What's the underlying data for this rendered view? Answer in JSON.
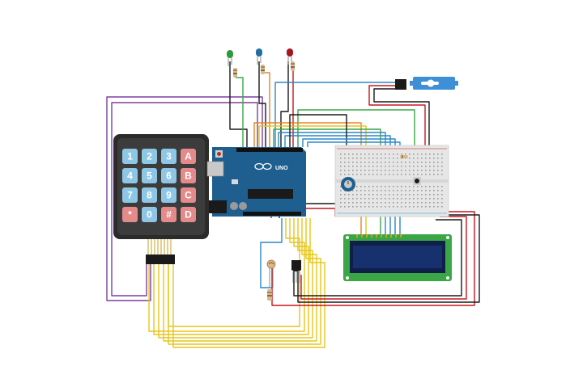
{
  "colors": {
    "background": "#ffffff",
    "wire_purple": "#7b3fa0",
    "wire_yellow": "#e6c619",
    "wire_red": "#c7171e",
    "wire_black": "#1a1a1a",
    "wire_green": "#3aa646",
    "wire_blue": "#2a88c8",
    "wire_orange": "#e8832a",
    "arduino_blue": "#1f5f8f",
    "lcd_green": "#3aa646",
    "lcd_screen": "#0f1f4a",
    "servo_blue": "#3d8fd6",
    "keypad_body": "#2b2b2b",
    "key_blue": "#8ec7e6",
    "key_red": "#e58a8a"
  },
  "keypad": {
    "rows": [
      [
        {
          "label": "1",
          "color": "blue"
        },
        {
          "label": "2",
          "color": "blue"
        },
        {
          "label": "3",
          "color": "blue"
        },
        {
          "label": "A",
          "color": "red"
        }
      ],
      [
        {
          "label": "4",
          "color": "blue"
        },
        {
          "label": "5",
          "color": "blue"
        },
        {
          "label": "6",
          "color": "blue"
        },
        {
          "label": "B",
          "color": "red"
        }
      ],
      [
        {
          "label": "7",
          "color": "blue"
        },
        {
          "label": "8",
          "color": "blue"
        },
        {
          "label": "9",
          "color": "blue"
        },
        {
          "label": "C",
          "color": "red"
        }
      ],
      [
        {
          "label": "*",
          "color": "red"
        },
        {
          "label": "0",
          "color": "blue"
        },
        {
          "label": "#",
          "color": "red"
        },
        {
          "label": "D",
          "color": "red"
        }
      ]
    ]
  },
  "arduino": {
    "model_label": "UNO"
  },
  "leds": [
    {
      "name": "green-led",
      "color": "#2f9a3a"
    },
    {
      "name": "blue-led",
      "color": "#1f6f9f"
    },
    {
      "name": "red-led",
      "color": "#a3171e"
    }
  ],
  "components": {
    "lcd": "lcd-16x2",
    "servo": "micro-servo",
    "breadboard": "breadboard-small",
    "potentiometer": "potentiometer",
    "photoresistor": "photoresistor",
    "temperature_sensor": "temperature-sensor",
    "pushbutton": "pushbutton"
  }
}
